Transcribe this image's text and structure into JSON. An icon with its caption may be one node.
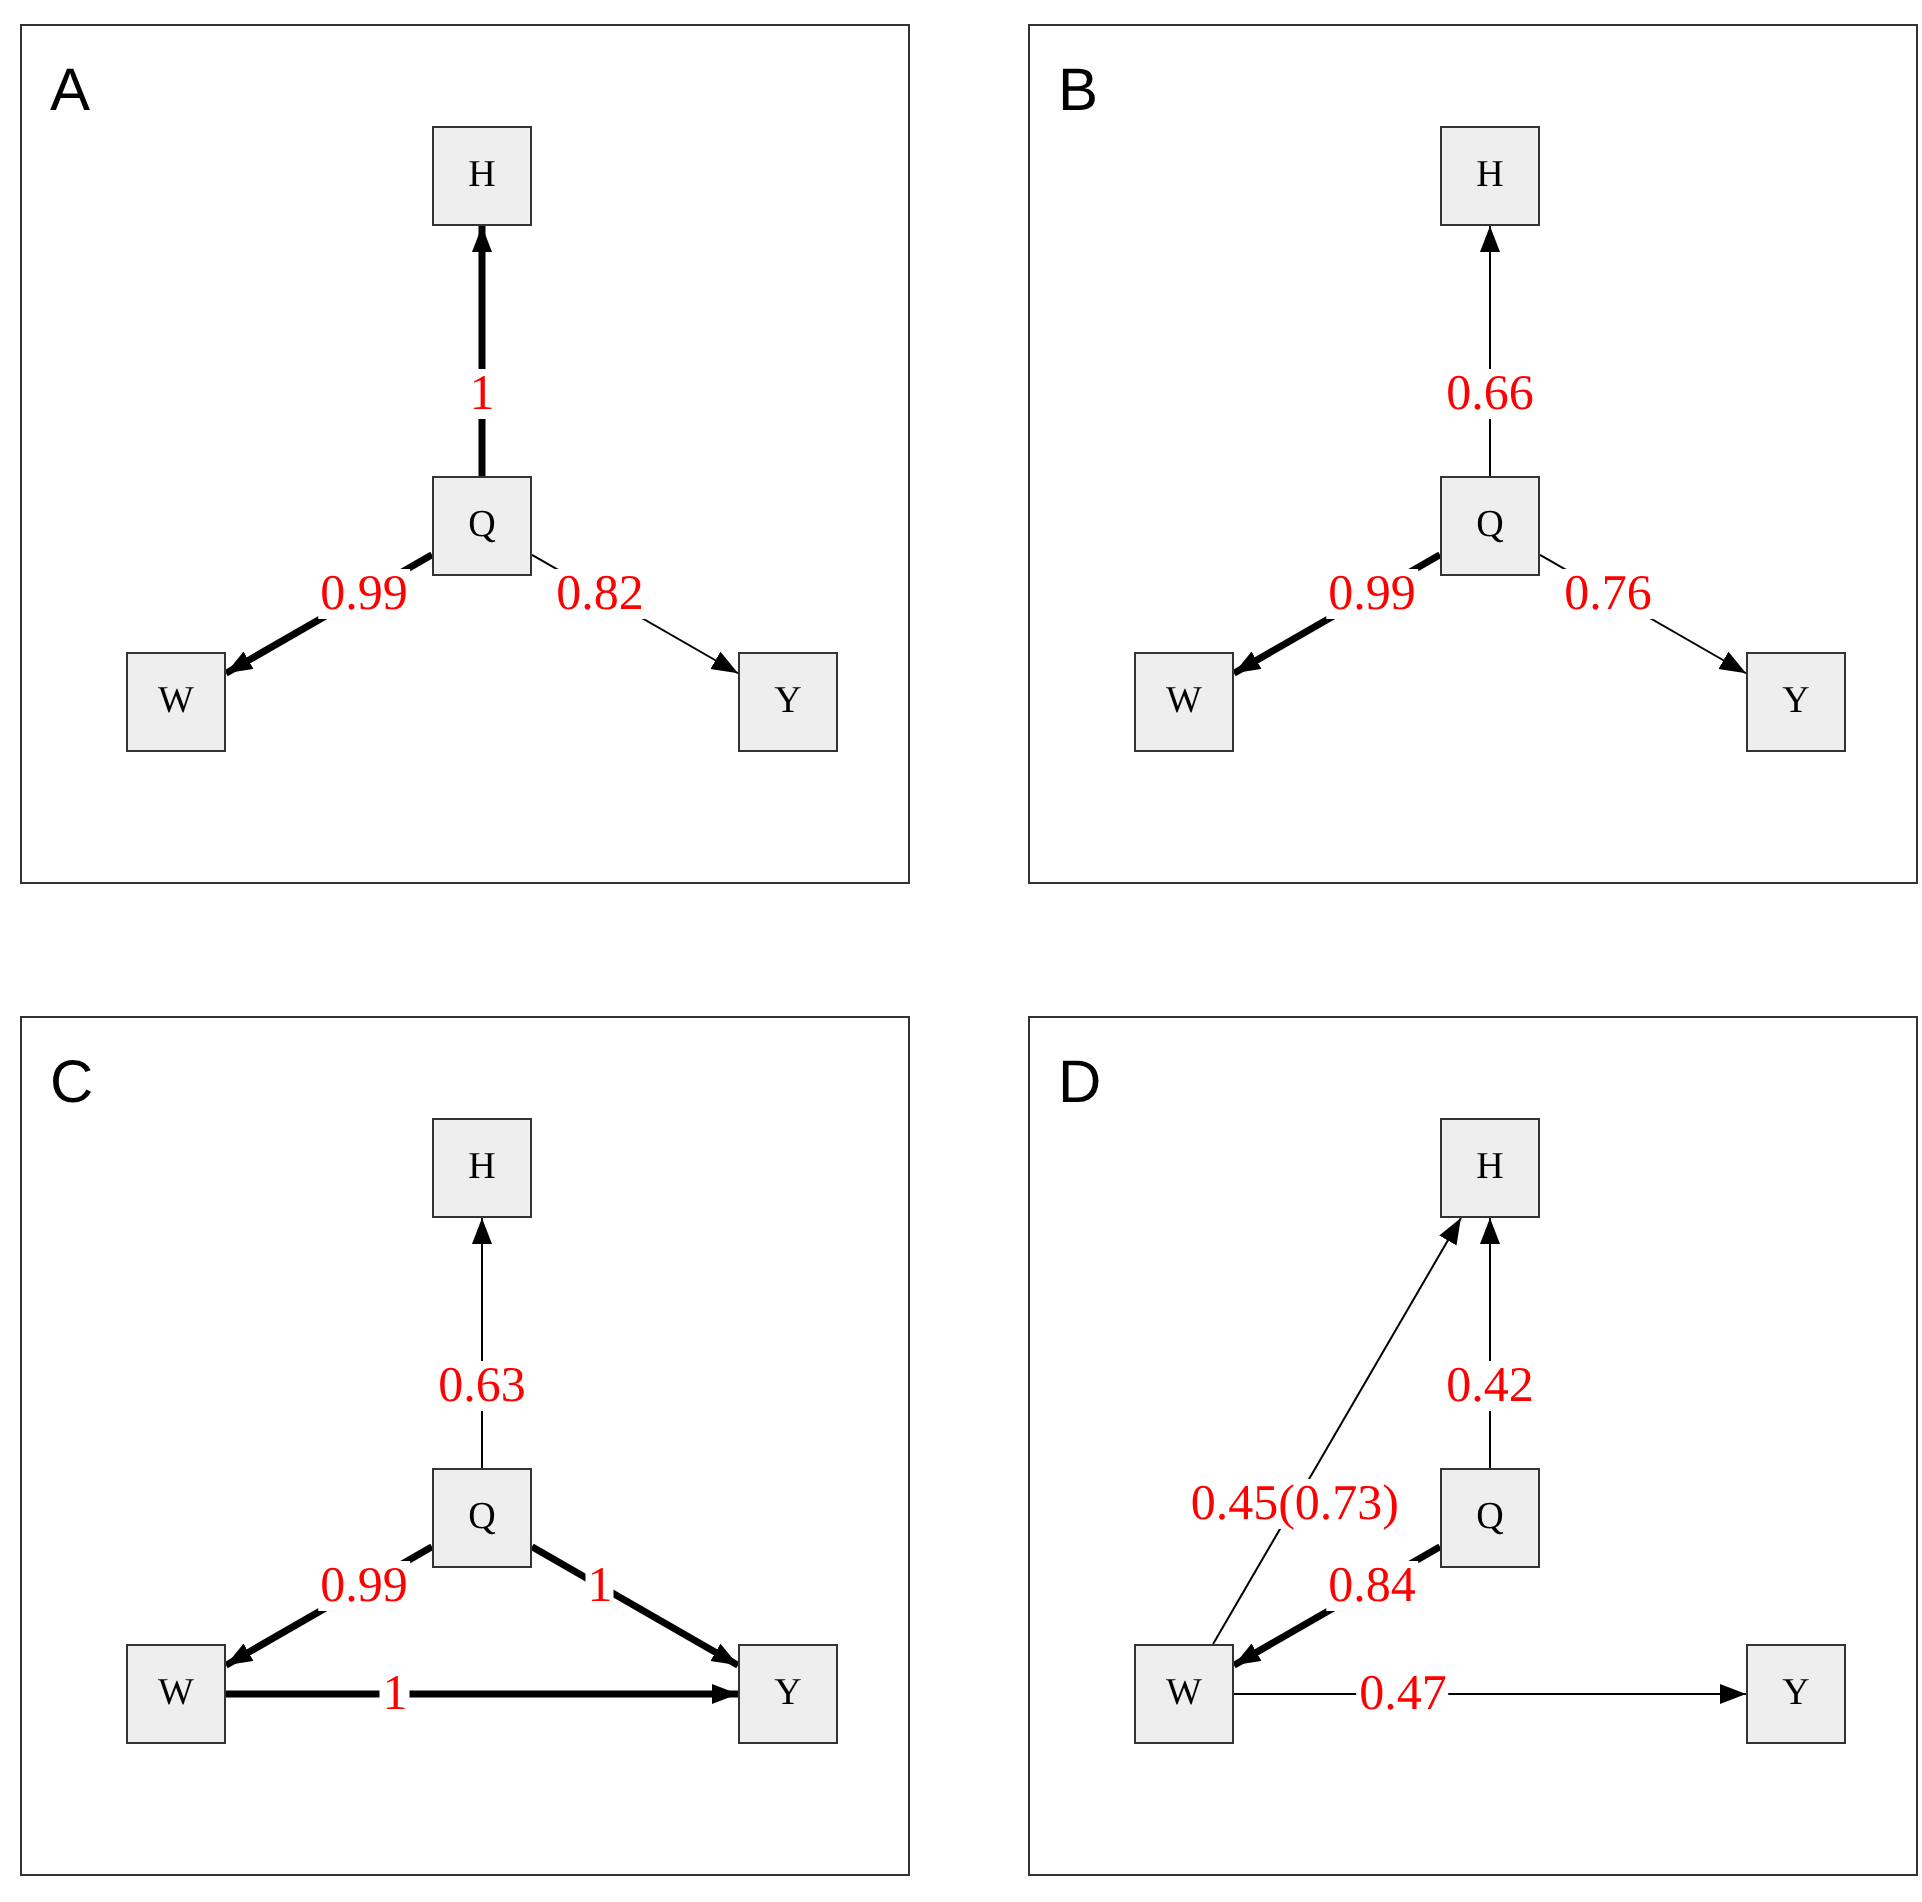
{
  "diagram": {
    "nodes": [
      {
        "text": [
          "A"
        ]
      },
      {
        "text": [
          "H"
        ],
        "in": 0
      },
      {
        "text": [
          "Q"
        ],
        "in": 0
      },
      {
        "text": [
          "W"
        ],
        "in": 0
      },
      {
        "text": [
          "Y"
        ],
        "in": 0
      },
      {
        "text": [
          "B"
        ]
      },
      {
        "text": [
          "H"
        ],
        "in": 5
      },
      {
        "text": [
          "Q"
        ],
        "in": 5
      },
      {
        "text": [
          "W"
        ],
        "in": 5
      },
      {
        "text": [
          "Y"
        ],
        "in": 5
      },
      {
        "text": [
          "C"
        ]
      },
      {
        "text": [
          "H"
        ],
        "in": 10
      },
      {
        "text": [
          "Q"
        ],
        "in": 10
      },
      {
        "text": [
          "W"
        ],
        "in": 10
      },
      {
        "text": [
          "Y"
        ],
        "in": 10
      },
      {
        "text": [
          "D"
        ]
      },
      {
        "text": [
          "H"
        ],
        "in": 15
      },
      {
        "text": [
          "Q"
        ],
        "in": 15
      },
      {
        "text": [
          "W"
        ],
        "in": 15
      },
      {
        "text": [
          "Y"
        ],
        "in": 15
      }
    ],
    "edges": [
      {
        "from": 2,
        "to": 1,
        "arrow": "to",
        "label": "1",
        "style": "thick"
      },
      {
        "from": 2,
        "to": 3,
        "arrow": "to",
        "label": "0.99",
        "style": "thick"
      },
      {
        "from": 2,
        "to": 4,
        "arrow": "to",
        "label": "0.82"
      },
      {
        "from": 7,
        "to": 6,
        "arrow": "to",
        "label": "0.66"
      },
      {
        "from": 7,
        "to": 8,
        "arrow": "to",
        "label": "0.99",
        "style": "thick"
      },
      {
        "from": 7,
        "to": 9,
        "arrow": "to",
        "label": "0.76"
      },
      {
        "from": 12,
        "to": 11,
        "arrow": "to",
        "label": "0.63"
      },
      {
        "from": 12,
        "to": 13,
        "arrow": "to",
        "label": "0.99",
        "style": "thick"
      },
      {
        "from": 12,
        "to": 14,
        "arrow": "to",
        "label": "1",
        "style": "thick"
      },
      {
        "from": 13,
        "to": 14,
        "arrow": "to",
        "label": "1",
        "style": "thick"
      },
      {
        "from": 18,
        "to": 16,
        "arrow": "to",
        "label": "0.45(0.73)"
      },
      {
        "from": 17,
        "to": 16,
        "arrow": "to",
        "label": "0.42"
      },
      {
        "from": 17,
        "to": 18,
        "arrow": "to",
        "label": "0.84",
        "style": "thick"
      },
      {
        "from": 18,
        "to": 19,
        "arrow": "to",
        "label": "0.47"
      }
    ]
  }
}
